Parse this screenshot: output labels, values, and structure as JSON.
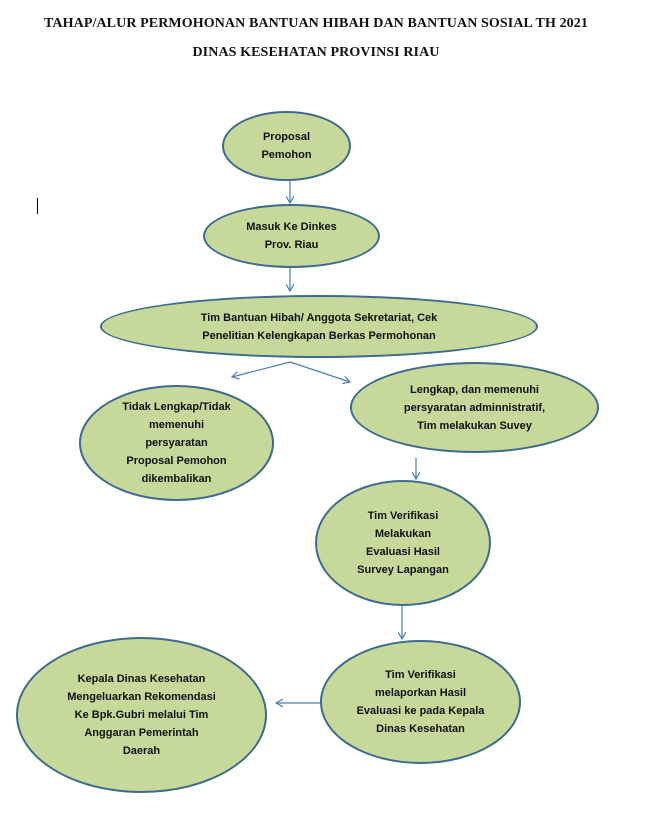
{
  "title": {
    "line1": "TAHAP/ALUR PERMOHONAN BANTUAN HIBAH DAN BANTUAN SOSIAL TH 2021",
    "line2": "DINAS KESEHATAN PROVINSI RIAU"
  },
  "nodes": {
    "proposal": [
      "Proposal",
      "Pemohon"
    ],
    "masuk": [
      "Masuk Ke Dinkes",
      "Prov. Riau"
    ],
    "tim_bantuan": [
      "Tim Bantuan Hibah/ Anggota Sekretariat, Cek",
      "Penelitian Kelengkapan Berkas Permohonan"
    ],
    "tidak_lengkap": [
      "Tidak Lengkap/Tidak",
      "memenuhi",
      "persyaratan",
      "Proposal Pemohon",
      "dikembalikan"
    ],
    "lengkap": [
      "Lengkap, dan memenuhi",
      "persyaratan adminnistratif,",
      "Tim melakukan Suvey"
    ],
    "verifikasi_evaluasi": [
      "Tim Verifikasi",
      "Melakukan",
      "Evaluasi Hasil",
      "Survey Lapangan"
    ],
    "verifikasi_lapor": [
      "Tim Verifikasi",
      "melaporkan Hasil",
      "Evaluasi ke pada Kepala",
      "Dinas Kesehatan"
    ],
    "kepala_dinas": [
      "Kepala Dinas Kesehatan",
      "Mengeluarkan Rekomendasi",
      "Ke Bpk.Gubri melalui Tim",
      "Anggaran Pemerintah",
      "Daerah"
    ]
  },
  "colors": {
    "node_fill": "#c7d89b",
    "node_border": "#3d6a8e",
    "arrow": "#4a7fb5"
  }
}
